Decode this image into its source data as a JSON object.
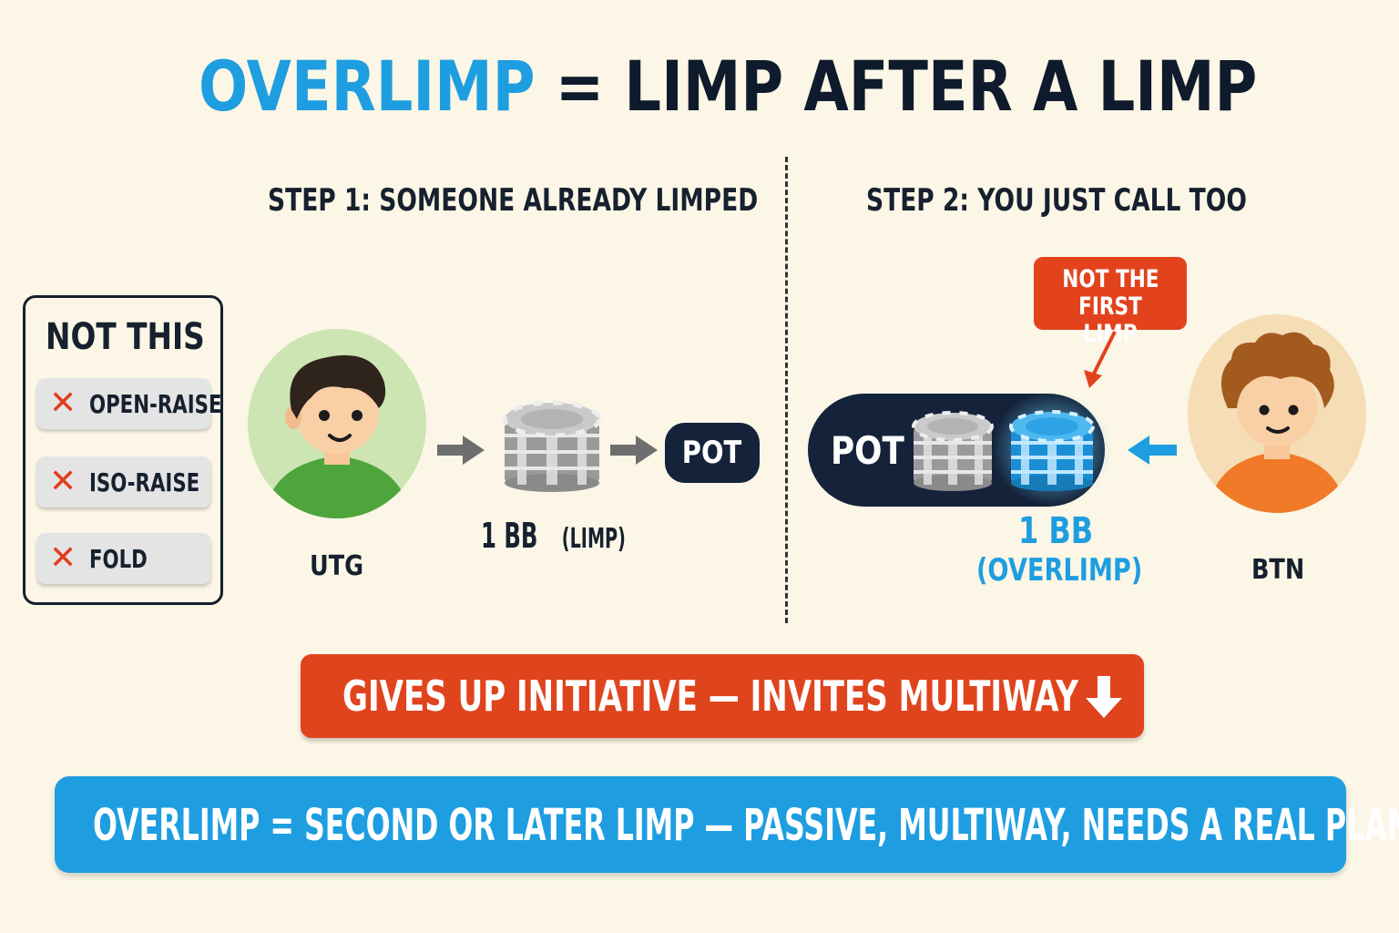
{
  "title": {
    "highlight": "OVERLIMP",
    "rest": " = LIMP AFTER A LIMP"
  },
  "step1": {
    "title": "STEP 1: SOMEONE ALREADY LIMPED",
    "player": "UTG",
    "chip_amount": "1 BB",
    "chip_note": "(LIMP)",
    "pot_label": "POT"
  },
  "step2": {
    "title": "STEP 2: YOU JUST CALL TOO",
    "player": "BTN",
    "pot_label": "POT",
    "chip_amount": "1 BB",
    "chip_note": "(OVERLIMP)",
    "callout": [
      "NOT THE",
      "FIRST LIMP"
    ]
  },
  "not_this": {
    "title": "NOT THIS",
    "items": [
      "OPEN-RAISE",
      "ISO-RAISE",
      "FOLD"
    ]
  },
  "warning": "GIVES UP INITIATIVE — INVITES MULTIWAY",
  "summary": "OVERLIMP = SECOND OR LATER LIMP — PASSIVE, MULTIWAY, NEEDS A REAL PLAN",
  "colors": {
    "accent_blue": "#1e9ee0",
    "warning_red": "#e0441d",
    "dark_navy": "#14233a",
    "background": "#fbf6e6"
  },
  "icons": [
    "x-mark-icon",
    "arrow-right-icon",
    "arrow-left-icon",
    "arrow-down-icon",
    "chip-stack-icon",
    "player-avatar-icon"
  ]
}
